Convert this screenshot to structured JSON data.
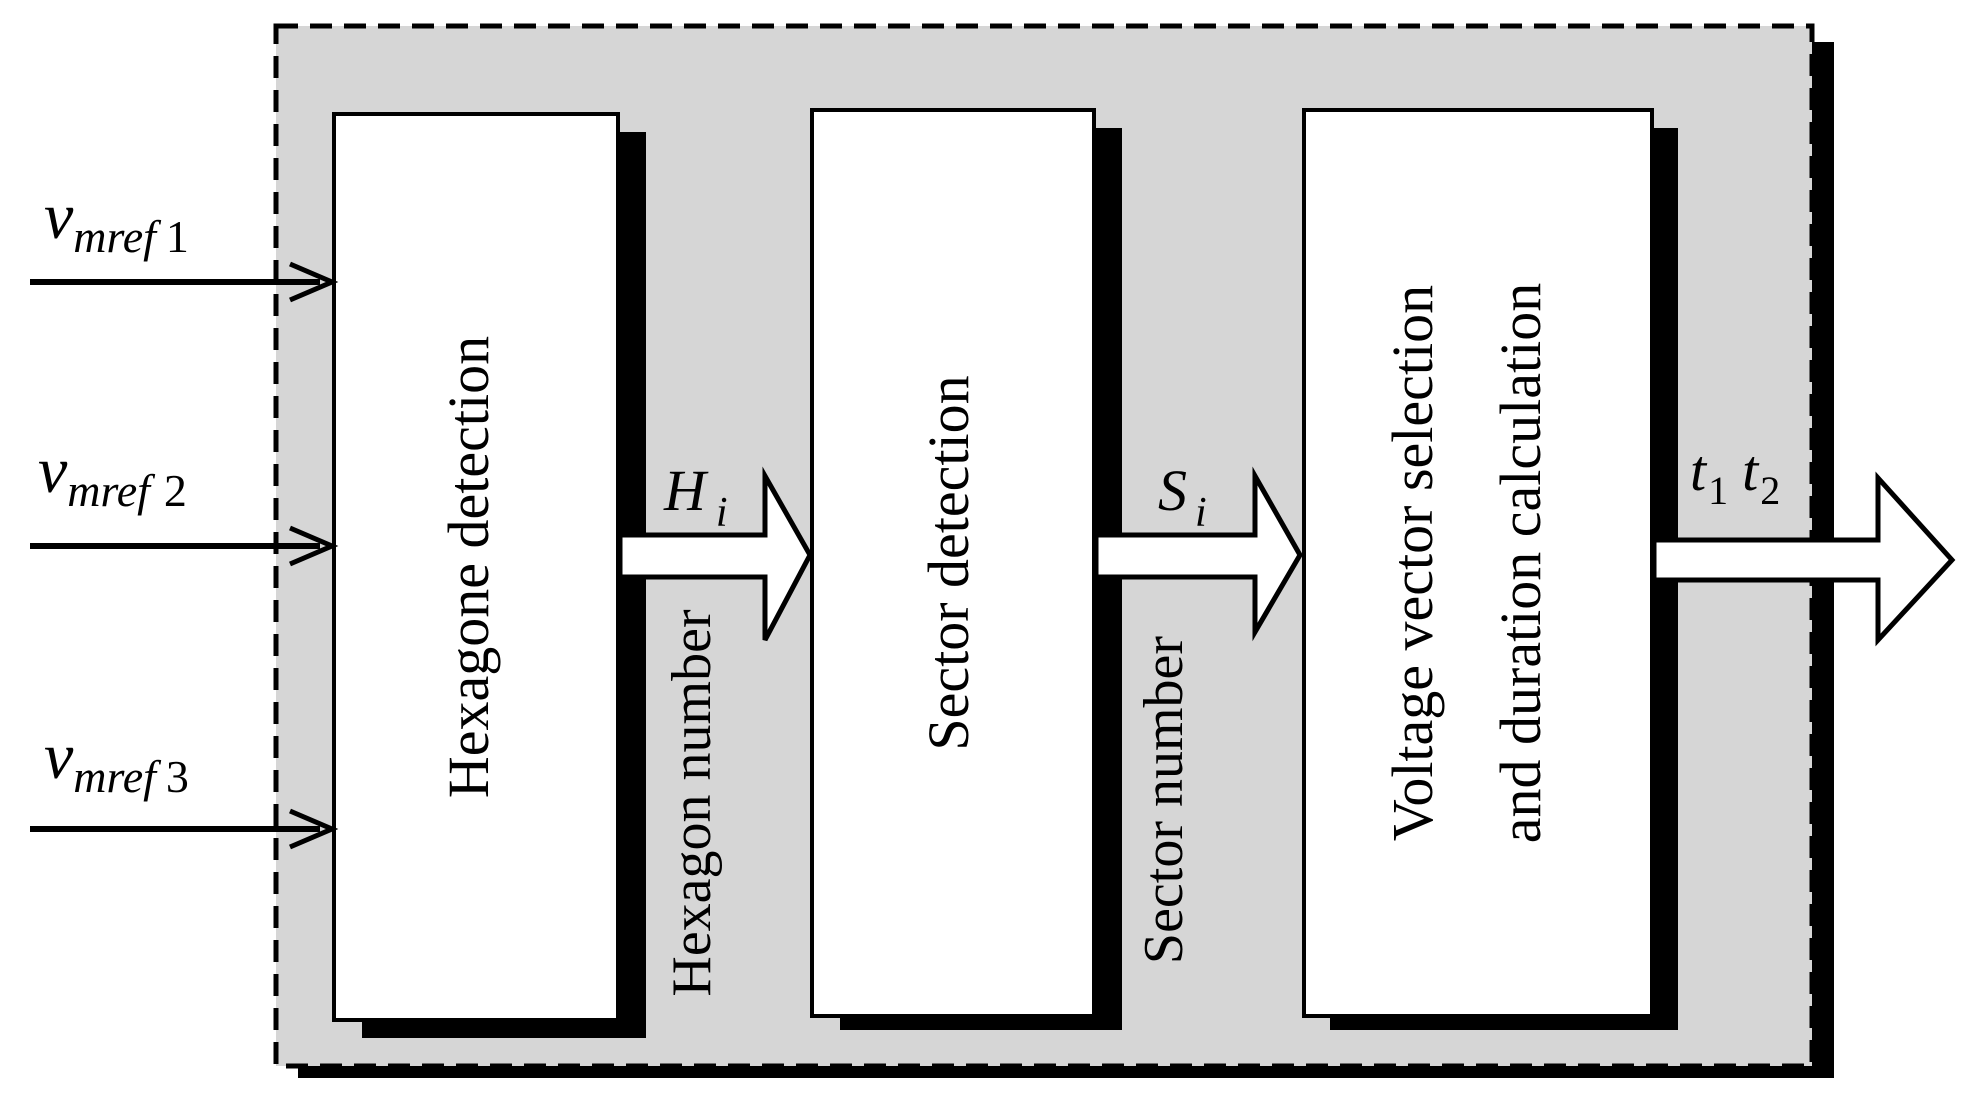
{
  "inputs": [
    {
      "var": "v",
      "sub": "mref",
      "num": "1"
    },
    {
      "var": "v",
      "sub": "mref",
      "num": "2"
    },
    {
      "var": "v",
      "sub": "mref",
      "num": "3"
    }
  ],
  "blocks": {
    "hexagon": {
      "label": "Hexagone detection"
    },
    "sector": {
      "label": "Sector detection"
    },
    "voltage": {
      "line1": "Voltage vector selection",
      "line2": "and duration calculation"
    }
  },
  "signals": {
    "hexagon_signal": {
      "var": "H",
      "sub": "i",
      "caption": "Hexagon number"
    },
    "sector_signal": {
      "var": "S",
      "sub": "i",
      "caption": "Sector number"
    },
    "output_signal": {
      "t1": "t",
      "t1_sub": "1",
      "t2": "t",
      "t2_sub": "2"
    }
  },
  "colors": {
    "container_fill": "#d6d6d6",
    "block_fill": "#ffffff",
    "stroke": "#000000"
  }
}
